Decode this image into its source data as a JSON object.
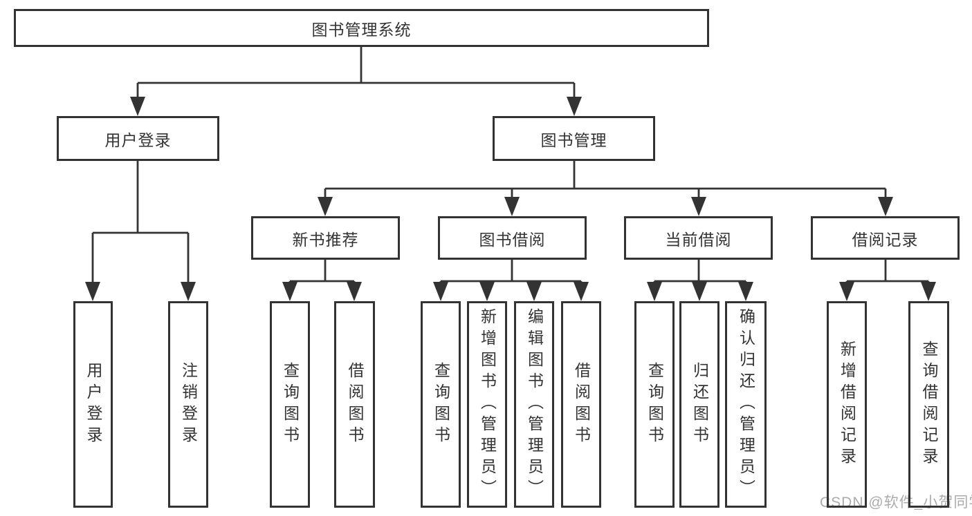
{
  "colors": {
    "line": "#333333",
    "text": "#333333",
    "box_background": "#ffffff",
    "page_background": "#ffffff",
    "watermark": "#ababab"
  },
  "tree": {
    "root": {
      "label": "图书管理系统"
    },
    "children": [
      {
        "label": "用户登录",
        "children": [
          {
            "label": "用户登录"
          },
          {
            "label": "注销登录"
          }
        ]
      },
      {
        "label": "图书管理",
        "children": [
          {
            "label": "新书推荐",
            "children": [
              {
                "label": "查询图书"
              },
              {
                "label": "借阅图书"
              }
            ]
          },
          {
            "label": "图书借阅",
            "children": [
              {
                "label": "查询图书"
              },
              {
                "label": "新增图书（管理员）"
              },
              {
                "label": "编辑图书（管理员）"
              },
              {
                "label": "借阅图书"
              }
            ]
          },
          {
            "label": "当前借阅",
            "children": [
              {
                "label": "查询图书"
              },
              {
                "label": "归还图书"
              },
              {
                "label": "确认归还（管理员）"
              }
            ]
          },
          {
            "label": "借阅记录",
            "children": [
              {
                "label": "新增借阅记录"
              },
              {
                "label": "查询借阅记录"
              }
            ]
          }
        ]
      }
    ]
  },
  "watermark": {
    "text": "CSDN @软件_小贺同学"
  }
}
